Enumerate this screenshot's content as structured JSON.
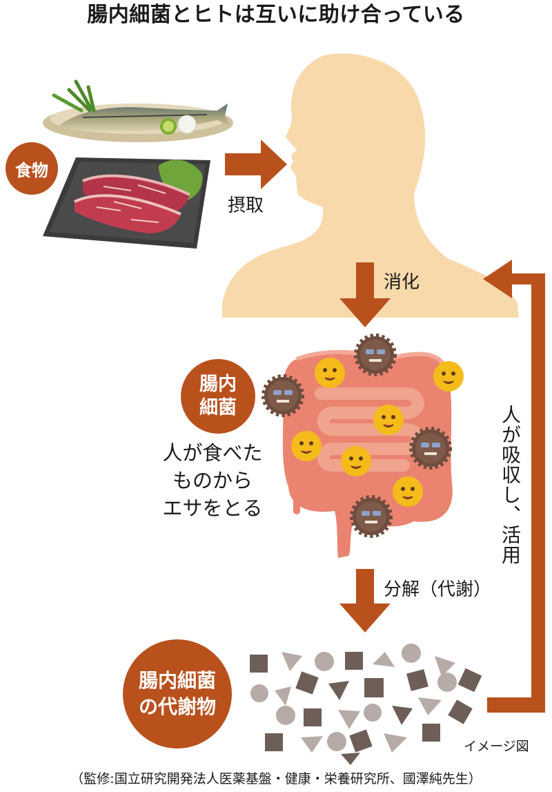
{
  "title": "腸内細菌とヒトは互いに助け合っている",
  "food_badge": "食物",
  "step_intake": "摂取",
  "step_digestion": "消化",
  "bacteria_badge": [
    "腸内",
    "細菌"
  ],
  "bacteria_feed": [
    "人が食べた",
    "ものから",
    "エサをとる"
  ],
  "step_decompose": "分解（代謝）",
  "metabolite_badge": [
    "腸内細菌",
    "の代謝物"
  ],
  "absorb_text": "人が吸収し、活用",
  "image_note": "イメージ図",
  "credit": "（監修:国立研究開発法人医薬基盤・健康・栄養研究所、國澤純先生）",
  "colors": {
    "accent": "#b9511d",
    "skin": "#f8d9ab",
    "intestine": "#e9806a",
    "bacteria_good": "#f5bb1a",
    "bacteria_bad": "#6e4c3e",
    "metabolite_dark": "#6d5e57",
    "metabolite_light": "#b6aba6"
  }
}
